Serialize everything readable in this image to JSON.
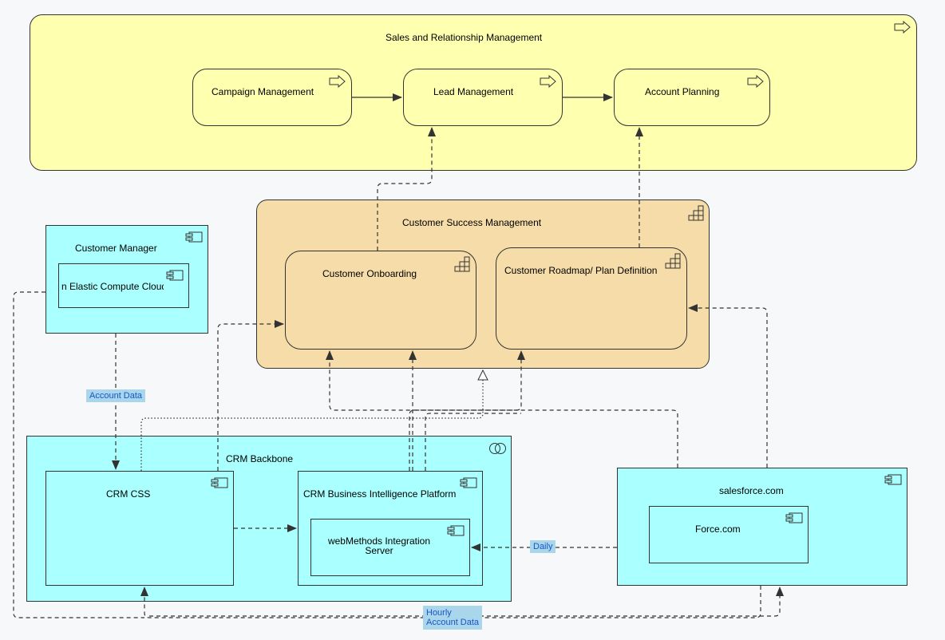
{
  "diagram": {
    "sales": {
      "title": "Sales and Relationship Management",
      "campaign": "Campaign Management",
      "lead": "Lead Management",
      "account_planning": "Account Planning"
    },
    "csm": {
      "title": "Customer Success Management",
      "onboarding": "Customer Onboarding",
      "roadmap": "Customer Roadmap/ Plan Definition"
    },
    "customer_manager": {
      "title": "Customer Manager",
      "inner": "n Elastic Compute Cloud"
    },
    "crm_backbone": {
      "title": "CRM Backbone",
      "crm_css": "CRM CSS",
      "bi_platform": "CRM Business Intelligence Platform",
      "webmethods": "webMethods Integration\nServer"
    },
    "salesforce": {
      "title": "salesforce.com",
      "force": "Force.com"
    },
    "edge_labels": {
      "account_data": "Account Data",
      "daily": "Daily",
      "hourly_account_data": "Hourly\nAccount Data"
    },
    "colors": {
      "business_fill": "#ffffb0",
      "strategy_fill": "#f5dca8",
      "application_fill": "#aaffff",
      "edge_label_bg": "#a9d6ea",
      "edge_label_text": "#1a55c9"
    },
    "icons": [
      "process-arrow-icon",
      "capability-icon",
      "component-icon",
      "collaboration-icon"
    ]
  }
}
